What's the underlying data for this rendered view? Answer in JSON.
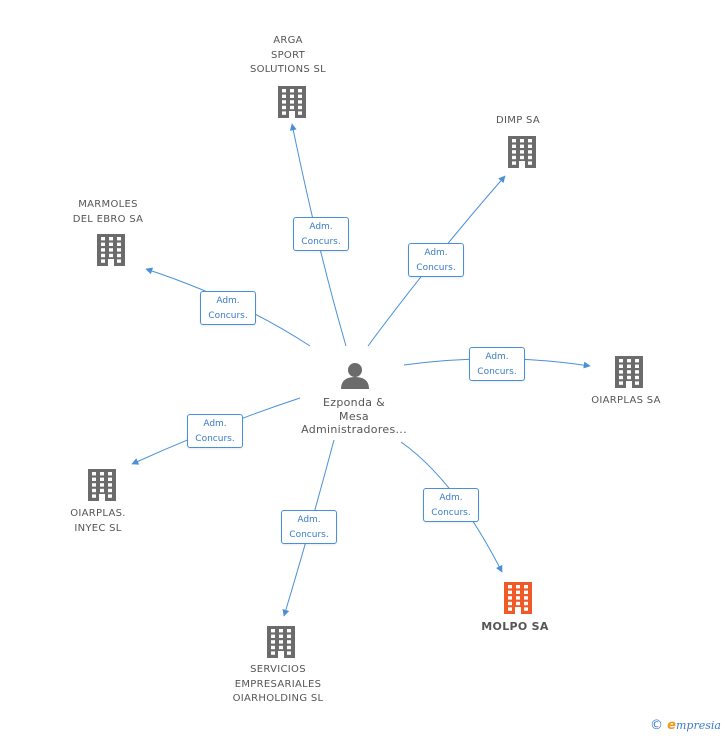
{
  "diagram": {
    "center": {
      "name": "Ezponda &\nMesa\nAdministradores..."
    },
    "companies": [
      {
        "id": "arga",
        "name": "ARGA\nSPORT\nSOLUTIONS  SL"
      },
      {
        "id": "dimp",
        "name": "DIMP SA"
      },
      {
        "id": "marmoles",
        "name": "MARMOLES\nDEL EBRO SA"
      },
      {
        "id": "oiarplas",
        "name": "OIARPLAS SA"
      },
      {
        "id": "oiarplas-inyec",
        "name": "OIARPLAS.\nINYEC SL"
      },
      {
        "id": "molpo",
        "name": "MOLPO SA",
        "highlighted": true
      },
      {
        "id": "servicios",
        "name": "SERVICIOS\nEMPRESARIALES\nOIARHOLDING SL"
      }
    ],
    "edges": [
      {
        "to": "arga",
        "role_line1": "Adm.",
        "role_line2": "Concurs."
      },
      {
        "to": "dimp",
        "role_line1": "Adm.",
        "role_line2": "Concurs."
      },
      {
        "to": "marmoles",
        "role_line1": "Adm.",
        "role_line2": "Concurs."
      },
      {
        "to": "oiarplas",
        "role_line1": "Adm.",
        "role_line2": "Concurs."
      },
      {
        "to": "oiarplas-inyec",
        "role_line1": "Adm.",
        "role_line2": "Concurs."
      },
      {
        "to": "molpo",
        "role_line1": "Adm.",
        "role_line2": "Concurs."
      },
      {
        "to": "servicios",
        "role_line1": "Adm.",
        "role_line2": "Concurs."
      }
    ],
    "colors": {
      "edge": "#4a90d9",
      "building": "#6b6b6b",
      "building_highlight": "#f05a28",
      "person": "#6b6b6b"
    }
  },
  "footer": {
    "copyright_symbol": "©",
    "brand_initial": "e",
    "brand_rest": "mpresia"
  }
}
